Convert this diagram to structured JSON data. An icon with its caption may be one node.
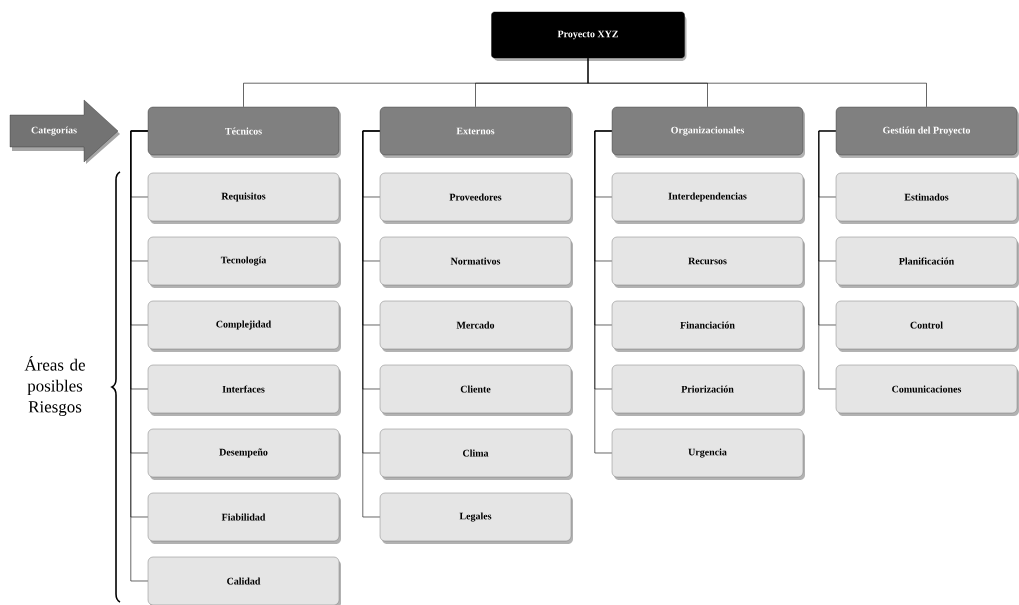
{
  "diagram": {
    "nodes": [
      {
        "text": [
          "Proyecto XYZ"
        ]
      },
      {
        "text": [
          "Categorías"
        ]
      },
      {
        "text": [
          "Técnicos"
        ]
      },
      {
        "text": [
          "Requisitos"
        ]
      },
      {
        "text": [
          "Tecnología"
        ]
      },
      {
        "text": [
          "Complejidad"
        ]
      },
      {
        "text": [
          "Interfaces"
        ]
      },
      {
        "text": [
          "Desempeño"
        ]
      },
      {
        "text": [
          "Fiabilidad"
        ]
      },
      {
        "text": [
          "Calidad"
        ]
      },
      {
        "text": [
          "Externos"
        ]
      },
      {
        "text": [
          "Proveedores"
        ]
      },
      {
        "text": [
          "Normativos"
        ]
      },
      {
        "text": [
          "Mercado"
        ]
      },
      {
        "text": [
          "Cliente"
        ]
      },
      {
        "text": [
          "Clima"
        ]
      },
      {
        "text": [
          "Legales"
        ]
      },
      {
        "text": [
          "Organizacionales"
        ]
      },
      {
        "text": [
          "Interdependencias"
        ]
      },
      {
        "text": [
          "Recursos"
        ]
      },
      {
        "text": [
          "Financiación"
        ]
      },
      {
        "text": [
          "Priorización"
        ]
      },
      {
        "text": [
          "Urgencia"
        ]
      },
      {
        "text": [
          "Gestión del Proyecto"
        ]
      },
      {
        "text": [
          "Estimados"
        ]
      },
      {
        "text": [
          "Planificación"
        ]
      },
      {
        "text": [
          "Control"
        ]
      },
      {
        "text": [
          "Comunicaciones"
        ]
      }
    ],
    "edges": [
      {
        "from": 0,
        "to": 2,
        "arrow": "none"
      },
      {
        "from": 0,
        "to": 10,
        "arrow": "none"
      },
      {
        "from": 0,
        "to": 17,
        "arrow": "none"
      },
      {
        "from": 0,
        "to": 23,
        "arrow": "none"
      },
      {
        "from": 2,
        "to": 3,
        "arrow": "none"
      },
      {
        "from": 2,
        "to": 4,
        "arrow": "none"
      },
      {
        "from": 2,
        "to": 5,
        "arrow": "none"
      },
      {
        "from": 2,
        "to": 6,
        "arrow": "none"
      },
      {
        "from": 2,
        "to": 7,
        "arrow": "none"
      },
      {
        "from": 2,
        "to": 8,
        "arrow": "none"
      },
      {
        "from": 2,
        "to": 9,
        "arrow": "none"
      },
      {
        "from": 10,
        "to": 11,
        "arrow": "none"
      },
      {
        "from": 10,
        "to": 12,
        "arrow": "none"
      },
      {
        "from": 10,
        "to": 13,
        "arrow": "none"
      },
      {
        "from": 10,
        "to": 14,
        "arrow": "none"
      },
      {
        "from": 10,
        "to": 15,
        "arrow": "none"
      },
      {
        "from": 10,
        "to": 16,
        "arrow": "none"
      },
      {
        "from": 17,
        "to": 18,
        "arrow": "none"
      },
      {
        "from": 17,
        "to": 19,
        "arrow": "none"
      },
      {
        "from": 17,
        "to": 20,
        "arrow": "none"
      },
      {
        "from": 17,
        "to": 21,
        "arrow": "none"
      },
      {
        "from": 17,
        "to": 22,
        "arrow": "none"
      },
      {
        "from": 23,
        "to": 24,
        "arrow": "none"
      },
      {
        "from": 23,
        "to": 25,
        "arrow": "none"
      },
      {
        "from": 23,
        "to": 26,
        "arrow": "none"
      },
      {
        "from": 23,
        "to": 27,
        "arrow": "none"
      }
    ],
    "labels": [
      "Áreas de posibles Riesgos"
    ]
  }
}
